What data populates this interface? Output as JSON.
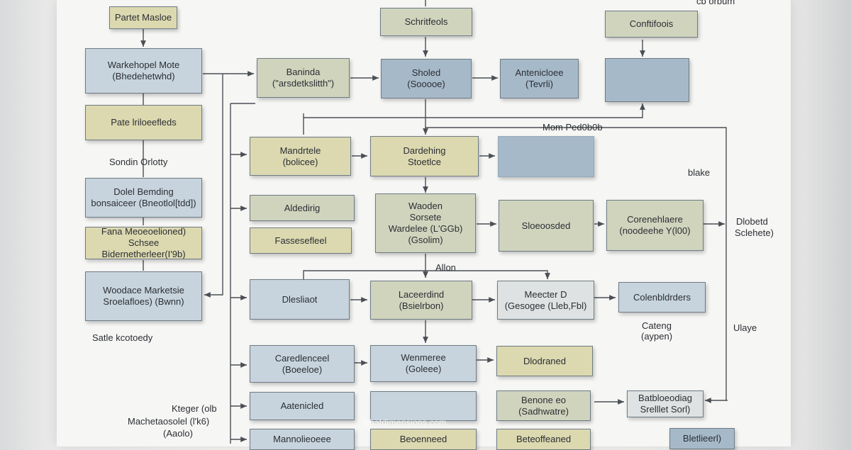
{
  "corner_text": "cb orbum",
  "boxes": {
    "b_tl_khaki": {
      "line1": "Partet Masloe",
      "line2": ""
    },
    "b_top_center": {
      "line1": "Schritfeols",
      "line2": ""
    },
    "b_top_right": {
      "line1": "Conftifoois",
      "line2": ""
    },
    "b_wm": {
      "line1": "Warkehopel Mote",
      "line2": "(Bhedehetwhd)"
    },
    "b_pate": {
      "line1": "Pate lriloeefleds",
      "line2": ""
    },
    "b_dolel": {
      "line1": "Dolel Bemding",
      "line2": "bonsaiceer (Bneotlol[tdd])"
    },
    "b_fana": {
      "line1": "Fana Meoeoelioned)",
      "line2": "Schsee Bidernetherleer(I'9b)"
    },
    "b_woodoe": {
      "line1": "Woodace Marketsie",
      "line2": "Sroelafloes) (Bwnn)"
    },
    "b_rov1_a": {
      "line1": "Baninda",
      "line2": "(\"arsdetkslitth\")"
    },
    "b_rov1_b": {
      "line1": "Sholed",
      "line2": "(Sooooe)"
    },
    "b_rov1_c": {
      "line1": "Antenicloee",
      "line2": "(Tevrli)"
    },
    "b_rov1_d": {
      "line1": "",
      "line2": ""
    },
    "b_mand": {
      "line1": "Mandrtele",
      "line2": "(bolicee)"
    },
    "b_dard": {
      "line1": "Dardehing",
      "line2": "Stoetlce"
    },
    "b_blank2": {
      "line1": "",
      "line2": ""
    },
    "b_aldn": {
      "line1": "Aldedirig",
      "line2": ""
    },
    "b_fass": {
      "line1": "Fassesefleel",
      "line2": ""
    },
    "b_vaod": {
      "line1": "Waoden",
      "line2": "Sorsete",
      "line3": "Wardelee (L'GGb)",
      "line4": "(Gsolim)"
    },
    "b_sloeo": {
      "line1": "Sloeoosded",
      "line2": ""
    },
    "b_coren": {
      "line1": "Corenehlaere",
      "line2": "(noodeehe Y(l00)"
    },
    "b_dles": {
      "line1": "Dlesliaot",
      "line2": ""
    },
    "b_lace": {
      "line1": "Laceerdind",
      "line2": "(Bsielrbon)"
    },
    "b_meecr": {
      "line1": "Meecter D",
      "line2": "(Gesogee (Lleb,Fbl)"
    },
    "b_colen": {
      "line1": "Colenbldrders",
      "line2": ""
    },
    "b_cared": {
      "line1": "Caredlenceel",
      "line2": "(Boeeloe)"
    },
    "b_wenm": {
      "line1": "Wenmeree",
      "line2": "(Goleee)"
    },
    "b_dlod": {
      "line1": "Dlodraned",
      "line2": ""
    },
    "b_aater": {
      "line1": "Aatenicled",
      "line2": ""
    },
    "b_blank3": {
      "line1": "",
      "line2": ""
    },
    "b_bene": {
      "line1": "Benone eo",
      "line2": "(Sadhwatre)"
    },
    "b_batb": {
      "line1": "Batbloeodiag",
      "line2": "Srelllet Sorl)"
    },
    "b_mann": {
      "line1": "Mannolieoeee",
      "line2": ""
    },
    "b_beob": {
      "line1": "Beoenneed",
      "line2": ""
    },
    "b_bete": {
      "line1": "Beteoffeaned",
      "line2": ""
    },
    "b_blot": {
      "line1": "Bletlieerl)",
      "line2": ""
    }
  },
  "labels": {
    "l_sondin": "Sondin   Orlotty",
    "l_satle": "Satle  kcotoedy",
    "l_kteger": "Kteger (olb",
    "l_machen": "Machetaosolel (l'k6)",
    "l_aaolo": "(Aaolo)",
    "l_mom": "Mom  Ped0b0b",
    "l_bloke": "blake",
    "l_allon": "Allon",
    "l_cateng": "Cateng",
    "l_caypa": "(aypen)",
    "l_dlobetd": "Dlobetd",
    "l_sclehete": "Sclehete)",
    "l_ulaye": "Ulaye"
  },
  "watermark": "whatdimensions.com",
  "colors": {
    "blue": "#c7d4de",
    "steel": "#a6b9c9",
    "sage": "#d0d4bd",
    "khaki": "#dcd9b0",
    "grey": "#dfe2e2",
    "line": "#4a4f55"
  }
}
